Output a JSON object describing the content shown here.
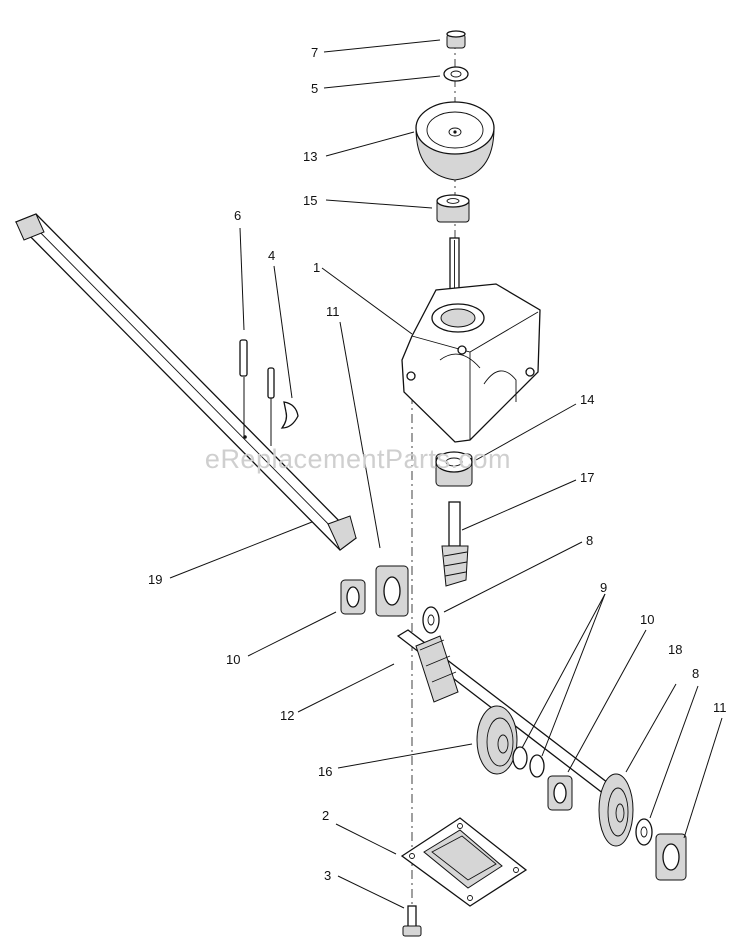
{
  "watermark": "eReplacementParts.com",
  "callouts": {
    "c1": "1",
    "c2": "2",
    "c3": "3",
    "c4": "4",
    "c5": "5",
    "c6": "6",
    "c7": "7",
    "c8a": "8",
    "c8b": "8",
    "c9": "9",
    "c10a": "10",
    "c10b": "10",
    "c11a": "11",
    "c11b": "11",
    "c12": "12",
    "c13": "13",
    "c14": "14",
    "c15": "15",
    "c16": "16",
    "c17": "17",
    "c18": "18",
    "c19": "19"
  }
}
